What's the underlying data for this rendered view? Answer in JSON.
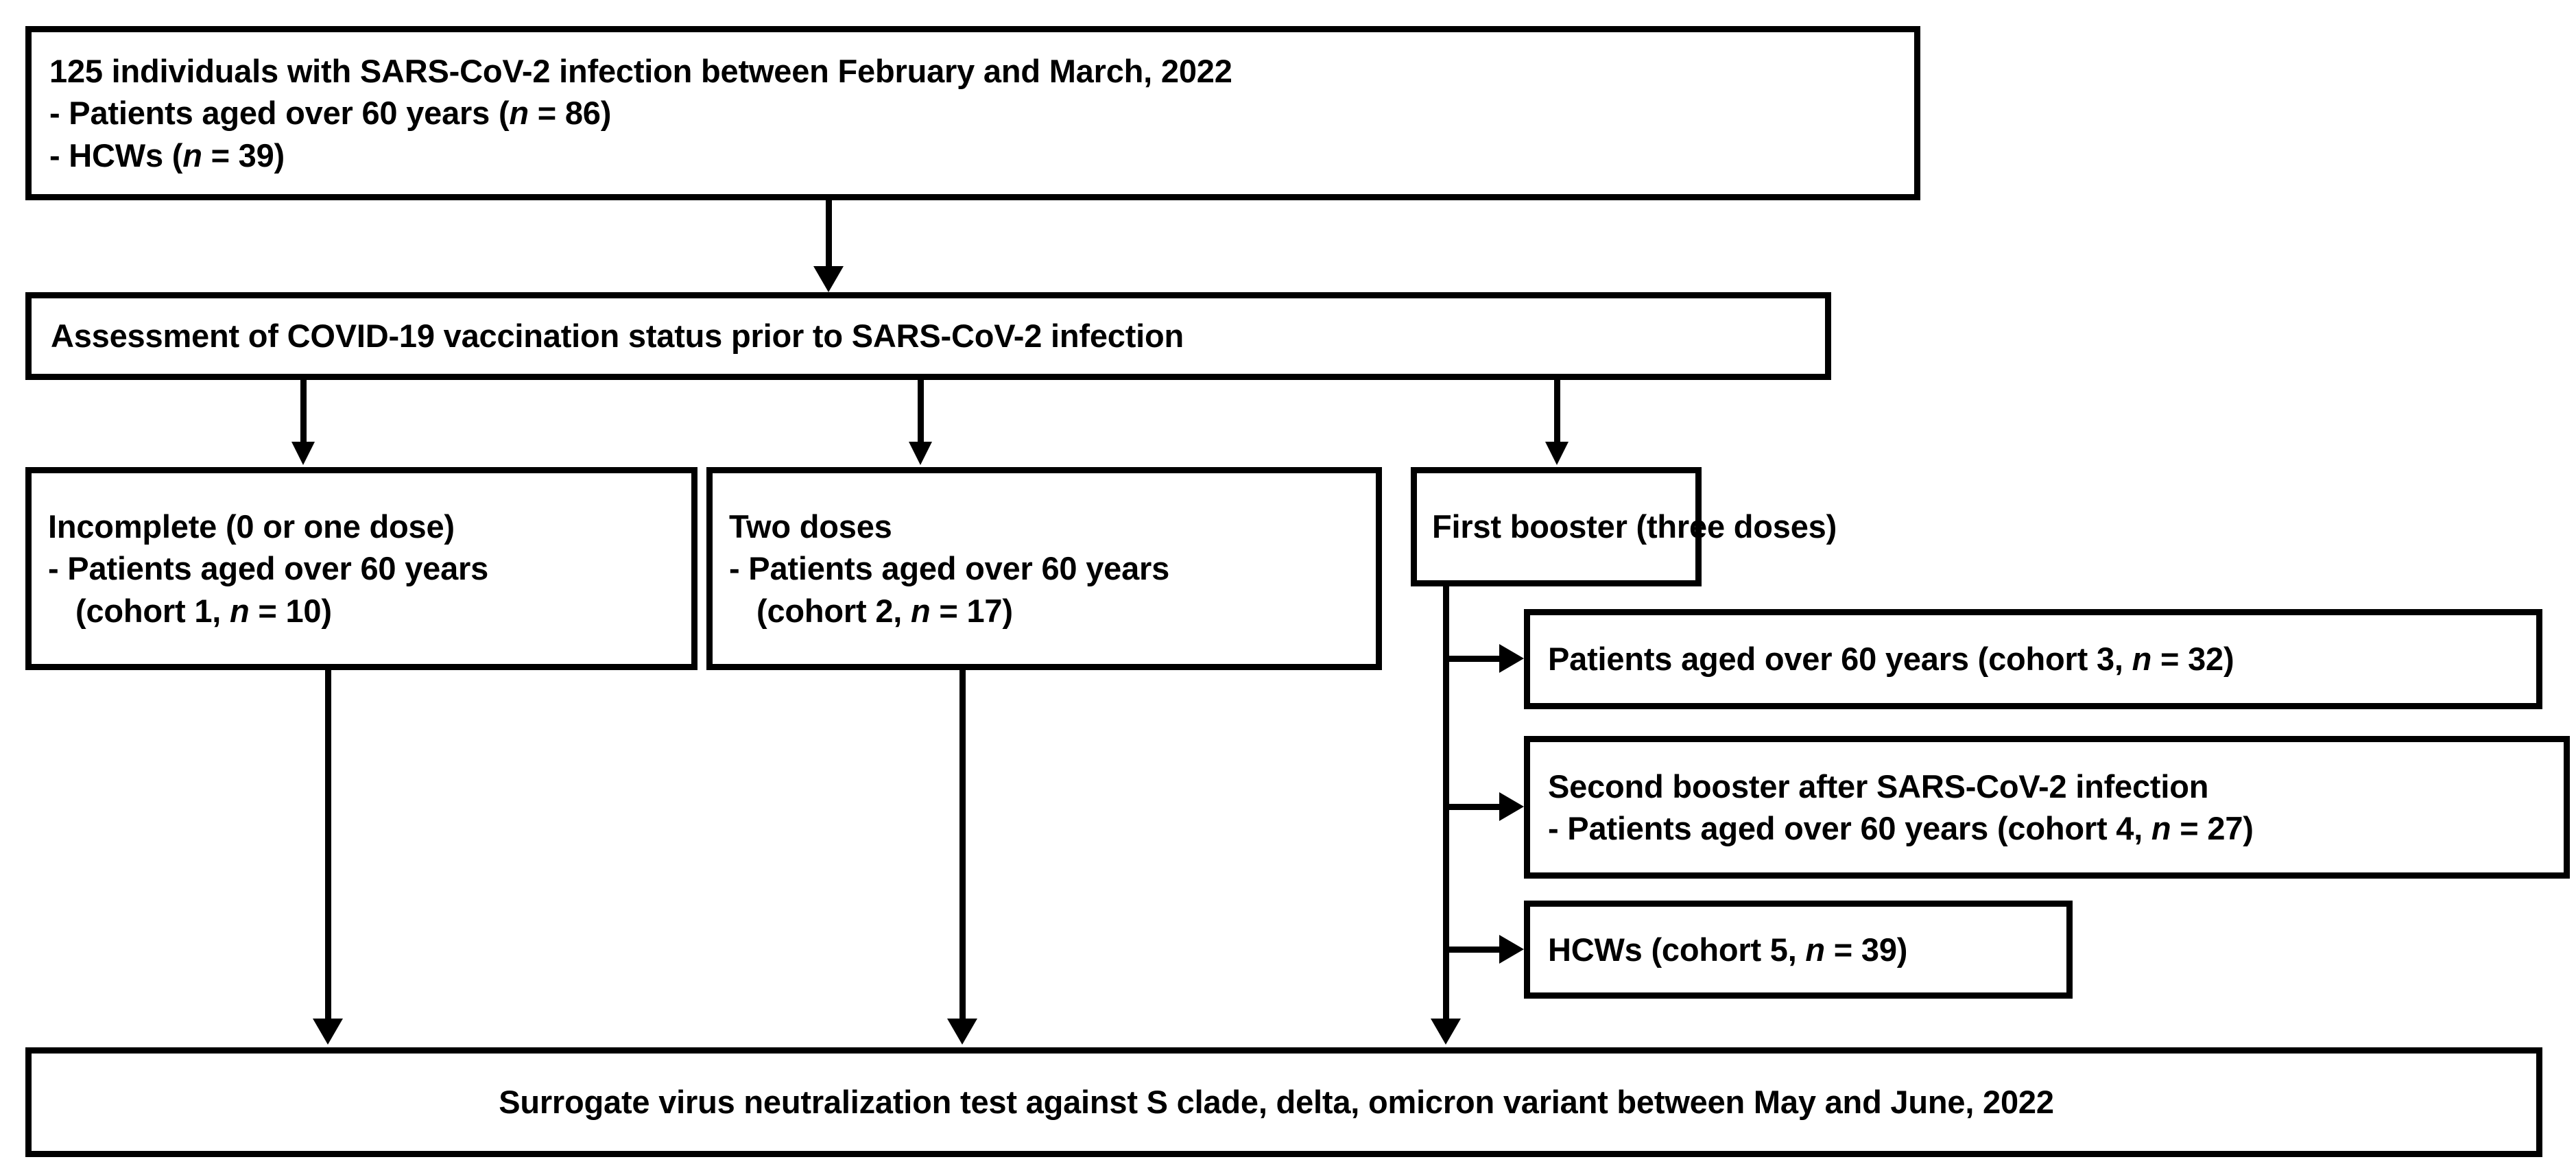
{
  "diagram": {
    "title": "Study flow diagram of SARS-CoV-2 infection cohorts",
    "colors": {
      "line": "#000000",
      "box_fill": "#ffffff",
      "background": "#ffffff"
    },
    "boxes": {
      "top": {
        "lines": [
          "125 individuals with SARS-CoV-2 infection between February and March, 2022",
          "- Patients aged over 60 years (n = 86)",
          "- HCWs (n = 39)"
        ],
        "line1": "125 individuals with SARS-CoV-2 infection between February and March, 2022",
        "line2_pre": "- Patients aged over 60 years (",
        "line2_n": "n",
        "line2_post": " = 86)",
        "line3_pre": "- HCWs (",
        "line3_n": "n",
        "line3_post": " = 39)"
      },
      "assessment": {
        "line1": "Assessment of COVID-19 vaccination status prior to SARS-CoV-2 infection"
      },
      "incomplete": {
        "line1": "Incomplete (0 or one dose)",
        "line2": "- Patients aged over 60 years",
        "line3_pre": "(cohort 1, ",
        "line3_n": "n",
        "line3_post": " = 10)"
      },
      "two_doses": {
        "line1": "Two doses",
        "line2": "- Patients aged over 60 years",
        "line3_pre": "(cohort 2, ",
        "line3_n": "n",
        "line3_post": " = 17)"
      },
      "first_booster": {
        "line1": "First booster (three doses)"
      },
      "cohort3": {
        "line1_pre": "Patients aged over 60 years (cohort 3, ",
        "line1_n": "n",
        "line1_post": " = 32)"
      },
      "cohort4": {
        "line1": "Second booster after SARS-CoV-2 infection",
        "line2_pre": "- Patients aged over 60 years (cohort 4, ",
        "line2_n": "n",
        "line2_post": " = 27)"
      },
      "cohort5": {
        "line1_pre": "HCWs (cohort 5, ",
        "line1_n": "n",
        "line1_post": " = 39)"
      },
      "bottom": {
        "line1": "Surrogate virus neutralization test against S clade, delta, omicron variant between May and June, 2022"
      }
    },
    "connectors": [
      {
        "name": "top-to-assessment",
        "type": "arrow-down"
      },
      {
        "name": "assessment-to-incomplete",
        "type": "arrow-down"
      },
      {
        "name": "assessment-to-two-doses",
        "type": "arrow-down"
      },
      {
        "name": "assessment-to-first-booster",
        "type": "arrow-down"
      },
      {
        "name": "incomplete-to-bottom",
        "type": "arrow-down"
      },
      {
        "name": "two-doses-to-bottom",
        "type": "arrow-down"
      },
      {
        "name": "first-booster-to-bottom",
        "type": "arrow-down"
      },
      {
        "name": "first-booster-to-cohort3",
        "type": "arrow-right"
      },
      {
        "name": "first-booster-to-cohort4",
        "type": "arrow-right"
      },
      {
        "name": "first-booster-to-cohort5",
        "type": "arrow-right"
      }
    ]
  }
}
